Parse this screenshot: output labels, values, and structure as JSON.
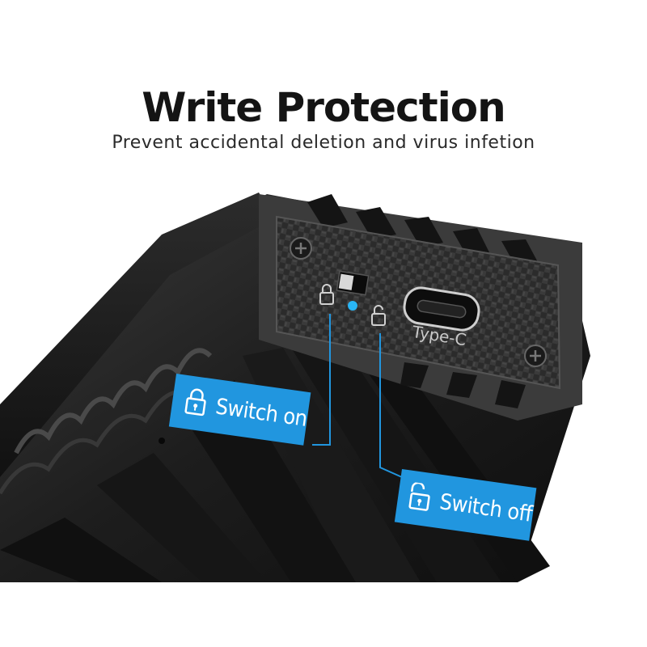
{
  "header": {
    "title": "Write Protection",
    "subtitle": "Prevent accidental deletion and virus infetion"
  },
  "product": {
    "port_label": "Type-C",
    "led_color": "#29b6f6",
    "body_color": "#1f1f1f",
    "accent_color": "#2196df"
  },
  "callouts": [
    {
      "label": "Switch on",
      "icon": "locked-padlock-icon"
    },
    {
      "label": "Switch off",
      "icon": "unlocked-padlock-icon"
    }
  ]
}
